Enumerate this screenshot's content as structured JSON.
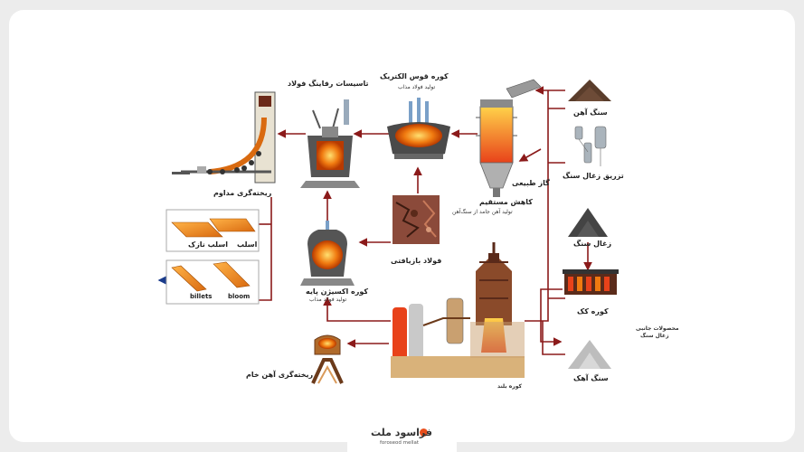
{
  "labels": {
    "iron_ore": "سنگ آهن",
    "iron_ore_injection": "تزریق زغال سنگ",
    "coal": "زغال سنگ",
    "coke_oven": "کوره کک",
    "coal_byproducts_line1": "محصولات جانبی",
    "coal_byproducts_line2": "زغال سنگ",
    "limestone": "سنگ آهک",
    "natural_gas": "گاز طبیعی",
    "direct_reduction": "کاهش مستقیم",
    "direct_reduction_sub": "تولید آهن جامد از سنگ‌آهن",
    "eaf": "کوره قوس الکتریک",
    "eaf_sub": "تولید فولاد مذاب",
    "refining": "تاسیسات رفاینگ فولاد",
    "continuous_casting": "ریخته‌گری مداوم",
    "scrap": "فولاد بازیافتی",
    "bof": "کوره اکسیژن پایه",
    "bof_sub": "تولید فولاد مذاب",
    "pig_iron_casting": "ریخته‌گری آهن خام",
    "slab": "اسلب",
    "thin_slab": "اسلب نازک",
    "billets": "billets",
    "bloom": "bloom",
    "blast_furnace": "کوره بلند"
  },
  "logo": {
    "name": "فراسود ملت",
    "latin": "foroseod mellat"
  },
  "colors": {
    "arrow": "#8b1a1a",
    "molten": "#f07a10",
    "steel": "#777777",
    "background": "#ffffff"
  }
}
